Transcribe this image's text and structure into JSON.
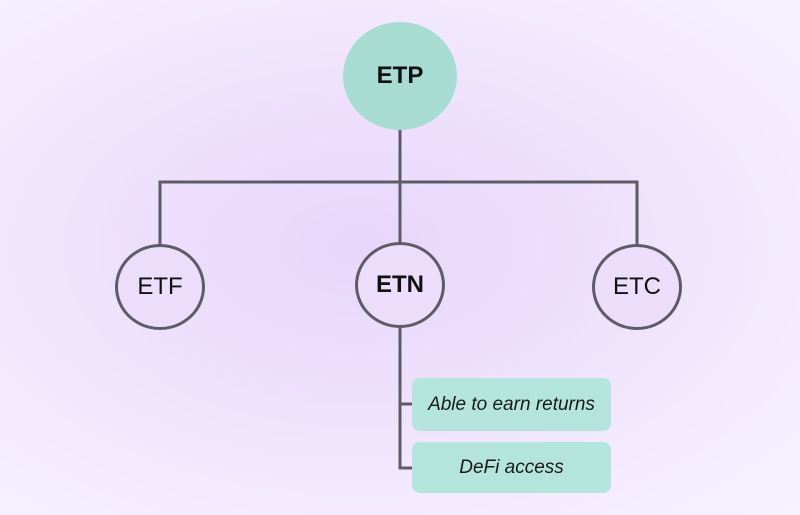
{
  "diagram": {
    "root": {
      "label": "ETP"
    },
    "children": [
      {
        "label": "ETF"
      },
      {
        "label": "ETN"
      },
      {
        "label": "ETC"
      }
    ],
    "etn_items": [
      {
        "label": "Able to earn returns"
      },
      {
        "label": "DeFi access"
      }
    ]
  },
  "colors": {
    "root_fill": "#a7dcd3",
    "item_fill": "#b3e5dc",
    "connector": "#5e5b66",
    "background": "#eddffc"
  }
}
